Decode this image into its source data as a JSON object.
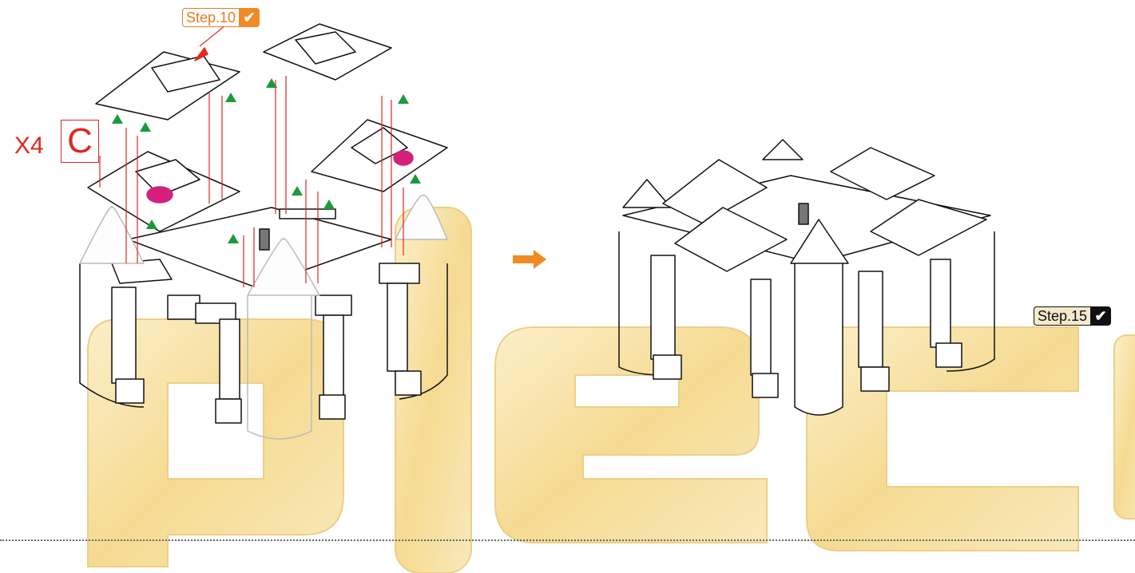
{
  "steps": {
    "current": {
      "label": "Step.10",
      "check_icon": "check-icon"
    },
    "next": {
      "label": "Step.15",
      "check_icon": "check-icon"
    }
  },
  "part": {
    "quantity": "X4",
    "letter": "C"
  },
  "colors": {
    "accent_orange": "#f08a24",
    "arrow_red": "#e0281e",
    "marker_green": "#1a9a3a",
    "marker_magenta": "#d4207a",
    "watermark": "#f2d57e"
  }
}
